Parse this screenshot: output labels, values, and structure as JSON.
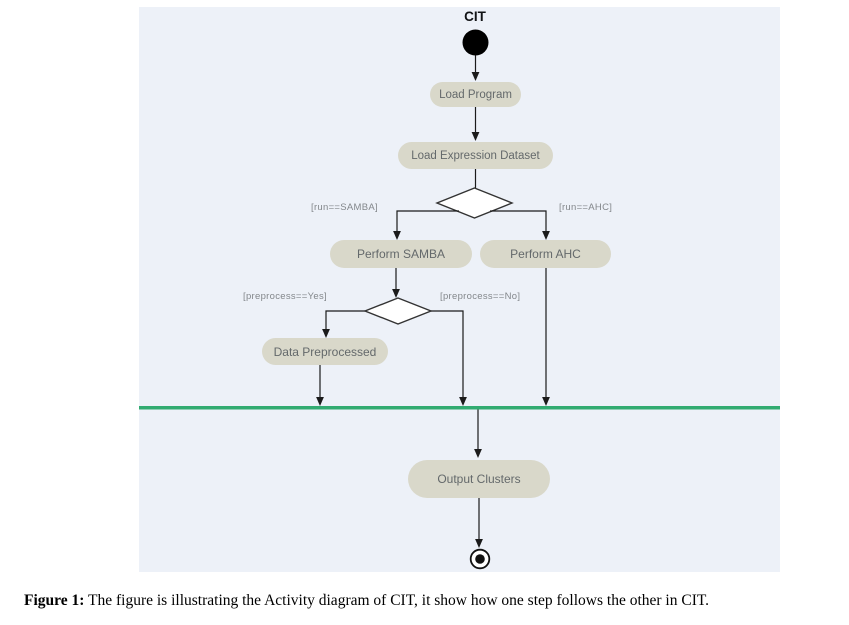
{
  "diagram": {
    "title": "CIT",
    "nodes": {
      "load_program": "Load Program",
      "load_expression_dataset": "Load Expression Dataset",
      "perform_samba": "Perform SAMBA",
      "perform_ahc": "Perform AHC",
      "data_preprocessed": "Data Preprocessed",
      "output_clusters": "Output Clusters"
    },
    "guards": {
      "run_samba": "[run==SAMBA]",
      "run_ahc": "[run==AHC]",
      "preprocess_yes": "[preprocess==Yes]",
      "preprocess_no": "[preprocess==No]"
    },
    "colors": {
      "canvas_background": "#edf1f8",
      "node_fill": "#d9d8ca",
      "node_text": "#64696b",
      "guard_text": "#83878b",
      "join_bar": "#31ab71",
      "connector": "#1b1b1b"
    }
  },
  "caption": {
    "label": "Figure 1:",
    "text": " The figure is illustrating the Activity diagram of CIT, it show how one step follows the other in CIT."
  }
}
